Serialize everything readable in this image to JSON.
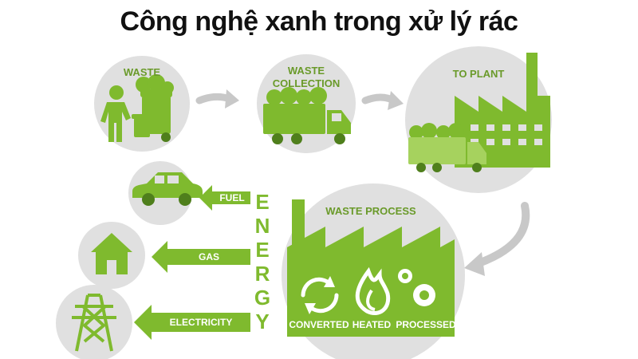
{
  "title": "Công nghệ xanh trong xử lý rác",
  "colors": {
    "green": "#7fba2e",
    "gray": "#e0e0e0",
    "arrowGray": "#c8c8c8",
    "dark": "#4f7f1c"
  },
  "stages": {
    "waste": "WASTE",
    "collection_line1": "WASTE",
    "collection_line2": "COLLECTION",
    "to_plant": "TO PLANT",
    "process": "WASTE PROCESS"
  },
  "process_steps": [
    "CONVERTED",
    "HEATED",
    "PROCESSED"
  ],
  "energy_word": [
    "E",
    "N",
    "E",
    "R",
    "G",
    "Y"
  ],
  "outputs": {
    "fuel": "FUEL",
    "gas": "GAS",
    "electricity": "ELECTRICITY"
  },
  "icons": [
    "person-bin-icon",
    "garbage-truck-icon",
    "factory-icon",
    "recycle-icon",
    "flame-icon",
    "gears-icon",
    "car-icon",
    "house-icon",
    "power-tower-icon"
  ]
}
